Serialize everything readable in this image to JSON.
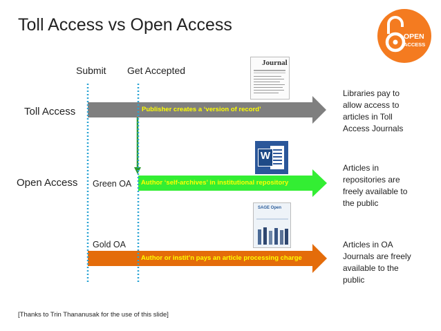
{
  "title": "Toll Access vs Open Access",
  "headers": {
    "submit": "Submit",
    "accepted": "Get Accepted"
  },
  "rows": {
    "toll": {
      "label": "Toll Access",
      "arrow_text": "Publisher creates a ‘version of record’",
      "side_text": "Libraries pay to allow access to articles in Toll Access Journals"
    },
    "green": {
      "label": "Open Access",
      "sublabel": "Green OA",
      "arrow_text": "Author ‘self-archives’ in institutional repository",
      "side_text": "Articles in repositories are freely available to the public"
    },
    "gold": {
      "sublabel": "Gold OA",
      "arrow_text": "Author or instit’n pays an article processing charge",
      "side_text": "Articles in OA Journals are freely available to the public"
    }
  },
  "logo": {
    "line1": "OPEN",
    "line2": "ACCESS"
  },
  "icons": {
    "journal_title": "Journal",
    "word_letter": "W",
    "sage_text": "SAGE Open"
  },
  "credit": "[Thanks to Trin Thananusak for the use of this slide]",
  "colors": {
    "toll": "#7f7f7f",
    "green": "#33ee33",
    "gold": "#e46c0a",
    "dotted": "#29a3d4",
    "logo": "#f47b20"
  }
}
